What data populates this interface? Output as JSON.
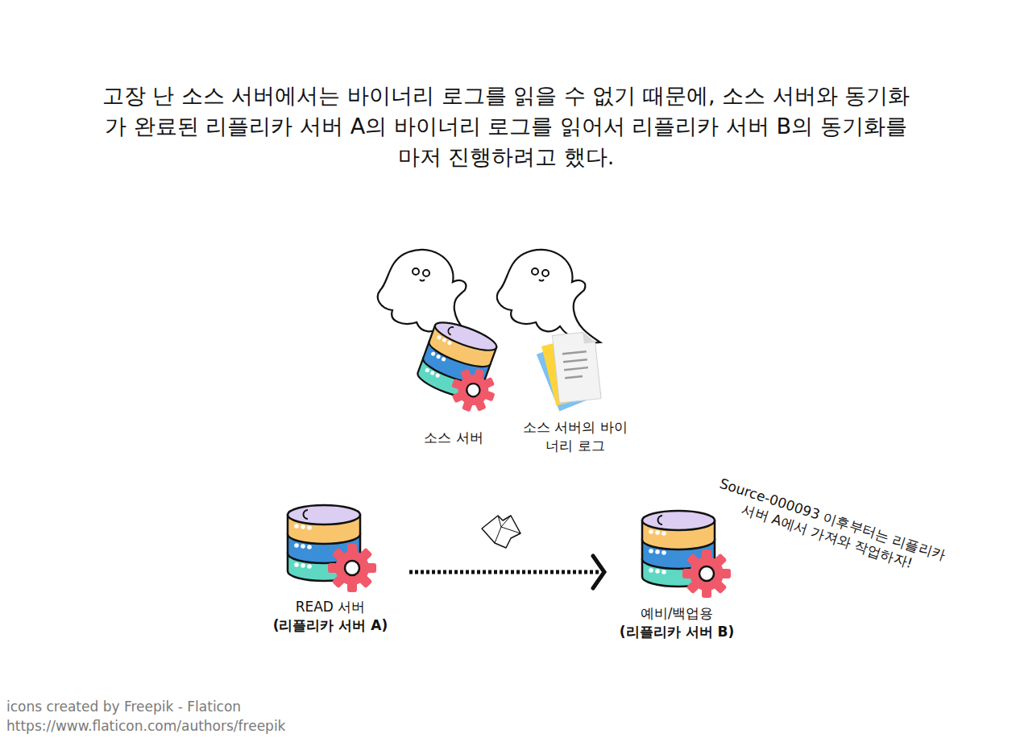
{
  "diagram": {
    "title": "고장 난 소스 서버에서는 바이너리 로그를 읽을 수 없기 때문에, 소스 서버와 동기화가 완료된 리플리카 서버 A의 바이너리 로그를 읽어서 리플리카 서버 B의 동기화를 마저 진행하려고 했다.",
    "nodes": [
      {
        "text": [
          "소스 서버"
        ]
      },
      {
        "text": [
          "소스 서버의 바이너리 로그"
        ]
      },
      {
        "text": [
          "READ 서버",
          "(리플리카 서버 A)"
        ]
      },
      {
        "text": [
          "예비/백업용",
          "(리플리카 서버 B)"
        ]
      }
    ],
    "edges": [
      {
        "from": 2,
        "to": 3,
        "arrow": "to"
      }
    ],
    "labels": [
      "Source-000093 이후부터는 리플리카 서버 A에서 가져와 작업하자!",
      "icons created by Freepik - Flaticon",
      "https://www.flaticon.com/authors/freepik"
    ]
  }
}
